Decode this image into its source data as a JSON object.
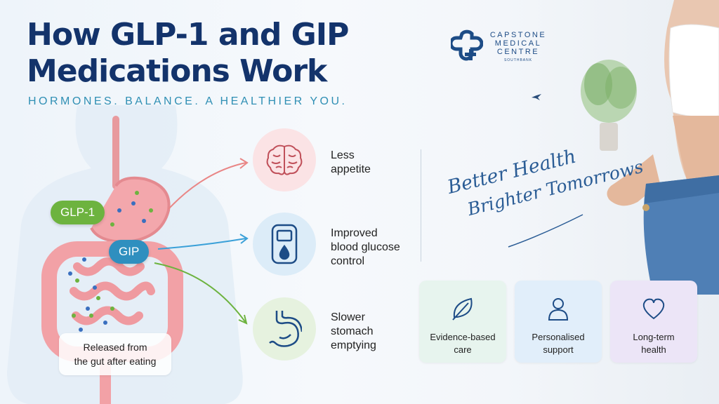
{
  "header": {
    "title_line1": "How GLP-1 and GIP",
    "title_line2": "Medications Work",
    "tagline": "HORMONES. BALANCE. A HEALTHIER YOU."
  },
  "logo": {
    "line1": "CAPSTONE",
    "line2": "MEDICAL",
    "line3": "CENTRE",
    "subline": "SOUTHBANK",
    "icon": "medical-cross-icon"
  },
  "diagram": {
    "hormone_1": "GLP-1",
    "hormone_2": "GIP",
    "caption_line1": "Released from",
    "caption_line2": "the gut after eating"
  },
  "effects": [
    {
      "icon": "brain-icon",
      "lines": [
        "Less",
        "appetite"
      ],
      "color": "#fbe3e5"
    },
    {
      "icon": "glucose-meter-icon",
      "lines": [
        "Improved",
        "blood glucose",
        "control"
      ],
      "color": "#dcecf8"
    },
    {
      "icon": "stomach-icon",
      "lines": [
        "Slower",
        "stomach",
        "emptying"
      ],
      "color": "#e6f2df"
    }
  ],
  "slogan": {
    "line1": "Better Health",
    "line2": "Brighter Tomorrows"
  },
  "features": [
    {
      "icon": "leaf-icon",
      "lines": [
        "Evidence-based",
        "care"
      ],
      "color": "#e7f4ee"
    },
    {
      "icon": "person-icon",
      "lines": [
        "Personalised",
        "support"
      ],
      "color": "#e1eefa"
    },
    {
      "icon": "heart-icon",
      "lines": [
        "Long-term",
        "health"
      ],
      "color": "#ece5f7"
    }
  ],
  "colors": {
    "title": "#13336b",
    "tagline": "#2f8fb4",
    "glp1": "#6db33f",
    "gip": "#2f8fbf"
  }
}
